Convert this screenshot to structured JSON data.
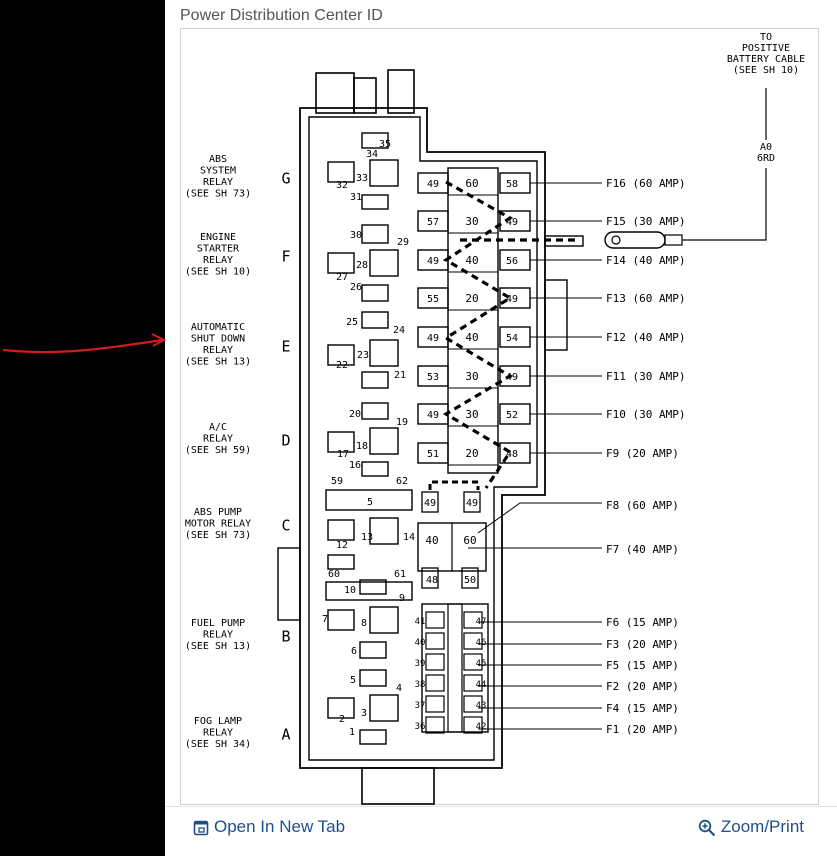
{
  "header": {
    "title": "Power Distribution Center ID"
  },
  "footer": {
    "open_tab": "Open In New Tab",
    "zoom": "Zoom/Print"
  },
  "battery": {
    "lines": [
      "TO",
      "POSITIVE",
      "BATTERY CABLE",
      "(SEE SH 10)"
    ],
    "wire_size": "A0",
    "wire_color": "6RD"
  },
  "relays": [
    {
      "letter": "G",
      "lines": [
        "ABS",
        "SYSTEM",
        "RELAY",
        "(SEE SH 73)"
      ]
    },
    {
      "letter": "F",
      "lines": [
        "ENGINE",
        "STARTER",
        "RELAY",
        "(SEE SH 10)"
      ]
    },
    {
      "letter": "E",
      "lines": [
        "AUTOMATIC",
        "SHUT DOWN",
        "RELAY",
        "(SEE SH 13)"
      ]
    },
    {
      "letter": "D",
      "lines": [
        "A/C",
        "RELAY",
        "(SEE SH 59)"
      ]
    },
    {
      "letter": "C",
      "lines": [
        "ABS PUMP",
        "MOTOR RELAY",
        "(SEE SH 73)"
      ]
    },
    {
      "letter": "B",
      "lines": [
        "FUEL PUMP",
        "RELAY",
        "(SEE SH 13)"
      ]
    },
    {
      "letter": "A",
      "lines": [
        "FOG LAMP",
        "RELAY",
        "(SEE SH 34)"
      ]
    }
  ],
  "fuses": [
    {
      "label": "F16 (60 AMP)",
      "rating": "60",
      "left": "49",
      "right": "58"
    },
    {
      "label": "F15 (30 AMP)",
      "rating": "30",
      "left": "57",
      "right": "49"
    },
    {
      "label": "F14 (40 AMP)",
      "rating": "40",
      "left": "49",
      "right": "56"
    },
    {
      "label": "F13 (60 AMP)",
      "rating": "20",
      "left": "55",
      "right": "49"
    },
    {
      "label": "F12 (40 AMP)",
      "rating": "40",
      "left": "49",
      "right": "54"
    },
    {
      "label": "F11 (30 AMP)",
      "rating": "30",
      "left": "53",
      "right": "49"
    },
    {
      "label": "F10 (30 AMP)",
      "rating": "30",
      "left": "49",
      "right": "52"
    },
    {
      "label": "F9 (20 AMP)",
      "rating": "20",
      "left": "51",
      "right": "48"
    }
  ],
  "large_fuses": {
    "f8": "F8 (60 AMP)",
    "f7": "F7 (40 AMP)",
    "rating_left": "40",
    "rating_right": "60",
    "top_left": "49",
    "top_right": "49",
    "bottom_left": "48",
    "bottom_right": "50"
  },
  "mini_fuses": [
    {
      "label": "F6 (15 AMP)"
    },
    {
      "label": "F3 (20 AMP)"
    },
    {
      "label": "F5 (15 AMP)"
    },
    {
      "label": "F2 (20 AMP)"
    },
    {
      "label": "F4 (15 AMP)"
    },
    {
      "label": "F1 (20 AMP)"
    }
  ],
  "mini_cavities_left": [
    "41",
    "40",
    "39",
    "38",
    "37",
    "36"
  ],
  "mini_cavities_right": [
    "47",
    "46",
    "45",
    "44",
    "43",
    "42"
  ],
  "cavities": [
    "35",
    "34",
    "33",
    "32",
    "31",
    "30",
    "29",
    "28",
    "27",
    "26",
    "25",
    "24",
    "23",
    "22",
    "21",
    "20",
    "19",
    "18",
    "17",
    "16",
    "59",
    "5",
    "62",
    "13",
    "14",
    "12",
    "60",
    "61",
    "10",
    "9",
    "8",
    "7",
    "6",
    "5",
    "4",
    "3",
    "2",
    "1"
  ]
}
